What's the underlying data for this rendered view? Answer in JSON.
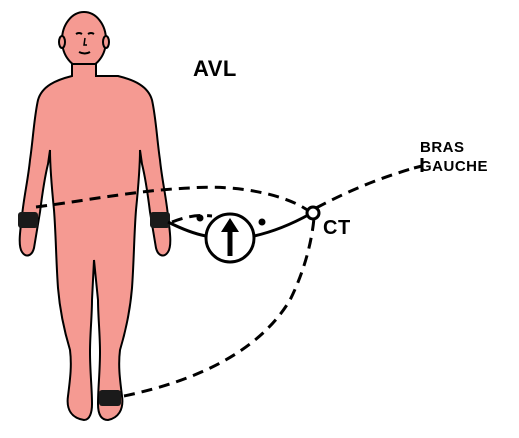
{
  "diagram": {
    "title": "AVL",
    "terminal_label": "CT",
    "arm_label_line1": "BRAS",
    "arm_label_line2": "GAUCHE",
    "colors": {
      "skin": "#f59a92",
      "outline": "#000000",
      "band": "#1a1a1a",
      "background": "#ffffff"
    },
    "icons": {
      "meter": "galvanometer-up-arrow-icon",
      "lead_end": "lead-end-tick-icon"
    }
  }
}
